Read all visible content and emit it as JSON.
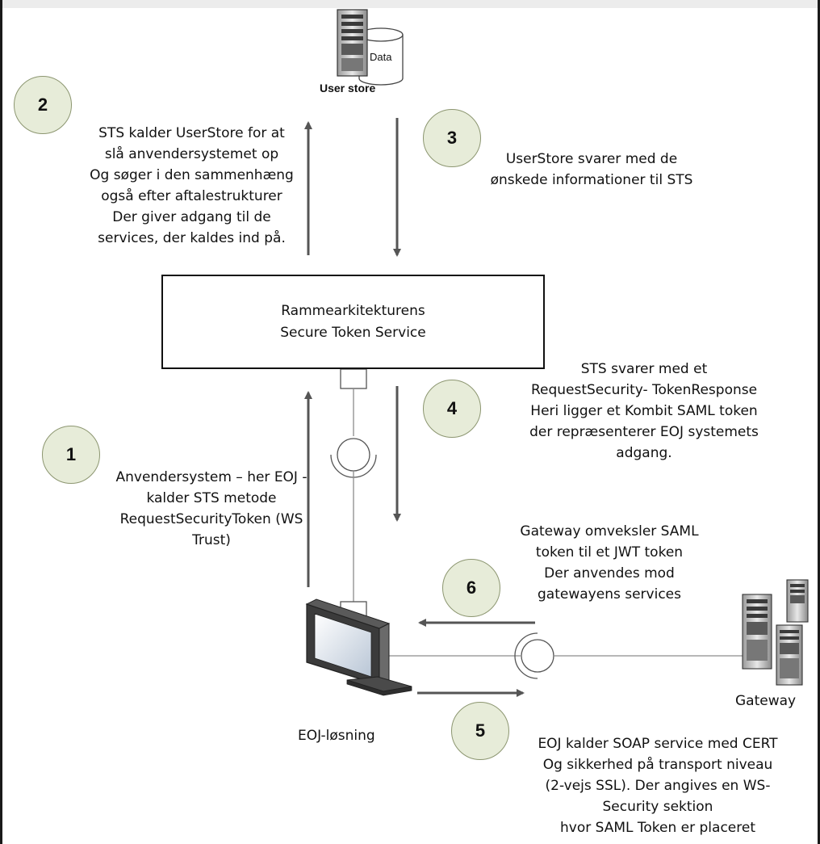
{
  "user_store": {
    "label": "User store",
    "data_label": "Data"
  },
  "sts_box": {
    "line1": "Rammearkitekturens",
    "line2": "Secure Token Service"
  },
  "client": {
    "label": "EOJ-løsning"
  },
  "gateway": {
    "label": "Gateway"
  },
  "steps": [
    {
      "number": "1",
      "lines": [
        "Anvendersystem – her EOJ -",
        "kalder STS metode",
        "RequestSecurityToken (WS",
        "Trust)"
      ]
    },
    {
      "number": "2",
      "lines": [
        "STS kalder UserStore for at",
        "slå anvendersystemet op",
        "Og søger i den sammenhæng",
        "også efter aftalestrukturer",
        "Der giver adgang til de",
        "services, der kaldes ind på."
      ]
    },
    {
      "number": "3",
      "lines": [
        "UserStore svarer med de",
        "ønskede informationer til STS"
      ]
    },
    {
      "number": "4",
      "lines": [
        "STS svarer med et",
        "RequestSecurity- TokenResponse",
        "Heri ligger et Kombit SAML token",
        "der repræsenterer EOJ systemets",
        "adgang."
      ]
    },
    {
      "number": "5",
      "lines": [
        "EOJ kalder SOAP service med CERT",
        "Og sikkerhed på transport niveau",
        "(2-vejs SSL). Der angives en WS-",
        "Security sektion",
        "hvor SAML Token er placeret"
      ]
    },
    {
      "number": "6",
      "lines": [
        "Gateway omveksler SAML",
        "token til et JWT token",
        "Der anvendes mod",
        "gatewayens services"
      ]
    }
  ],
  "colors": {
    "step_circle": "#e7ecd9",
    "arrow": "#555555",
    "line": "#8c8c8c"
  }
}
